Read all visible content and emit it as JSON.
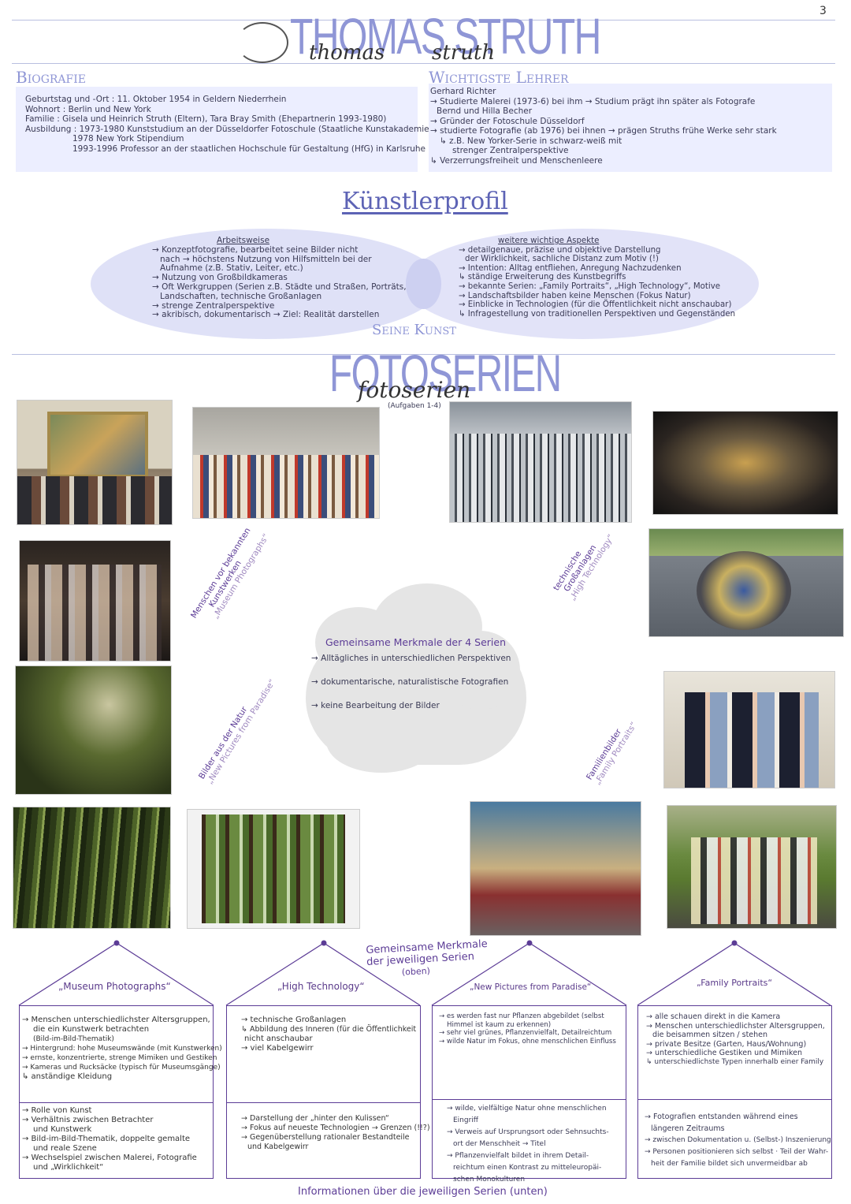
{
  "page_number": "3",
  "header": {
    "big_title": "THOMAS STRUTH",
    "script_left": "thomas",
    "script_right": "struth"
  },
  "bio": {
    "heading": "Biografie",
    "lines": [
      "Geburtstag und -Ort : 11. Oktober 1954 in Geldern Niederrhein",
      "Wohnort : Berlin und New York",
      "Familie : Gisela und Heinrich Struth (Eltern), Tara Bray Smith (Ehepartnerin 1993-1980)",
      "Ausbildung : 1973-1980 Kunststudium an der Düsseldorfer Fotoschule (Staatliche Kunstakademie)",
      "1978  New York Stipendium",
      "1993-1996  Professor an der staatlichen Hochschule für Gestaltung (HfG) in Karlsruhe"
    ]
  },
  "teachers": {
    "heading": "Wichtigste Lehrer",
    "lines": [
      "Gerhard Richter",
      "→ Studierte Malerei (1973-6) bei ihm → Studium prägt ihn später als Fotografe",
      "Bernd und Hilla Becher",
      "→ Gründer der Fotoschule Düsseldorf",
      "→ studierte Fotografie (ab 1976) bei ihnen → prägen Struths frühe Werke sehr stark",
      "↳ z.B. New Yorker-Serie in schwarz-weiß mit",
      "strenger Zentralperspektive",
      "↳ Verzerrungsfreiheit und Menschenleere"
    ]
  },
  "profile": {
    "title": "Künstlerprofil",
    "left_heading": "Arbeitsweise",
    "left_lines": [
      "→ Konzeptfotografie, bearbeitet seine Bilder nicht",
      "nach → höchstens Nutzung von Hilfsmitteln bei der",
      "Aufnahme (z.B. Stativ, Leiter, etc.)",
      "→ Nutzung von Großbildkameras",
      "→ Oft Werkgruppen (Serien z.B. Städte und Straßen, Porträts,",
      "Landschaften, technische Großanlagen",
      "→ strenge Zentralperspektive",
      "→ akribisch, dokumentarisch → Ziel: Realität darstellen"
    ],
    "right_heading": "weitere wichtige Aspekte",
    "right_lines": [
      "→ detailgenaue, präzise und objektive Darstellung",
      "der Wirklichkeit, sachliche Distanz zum Motiv (!)",
      "→ Intention: Alltag entfliehen, Anregung Nachzudenken",
      "↳ ständige Erweiterung des Kunstbegriffs",
      "→ bekannte Serien: „Family Portraits“, „High Technology“, Motive",
      "→ Landschaftsbilder haben keine Menschen (Fokus Natur)",
      "→ Einblicke in Technologien (für die Öffentlichkeit nicht anschaubar)",
      "↳ Infragestellung von traditionellen Perspektiven und Gegenständen"
    ],
    "caption": "Seine Kunst"
  },
  "series": {
    "big_title": "FOTOSERIEN",
    "script": "fotoserien",
    "note": "(Aufgaben 1-4)",
    "labels": {
      "museum": [
        "Menschen vor bekannten",
        "Kunstwerken",
        "„Museum Photographs“"
      ],
      "tech": [
        "technische",
        "Großanlagen",
        "„High Technology“"
      ],
      "nature": [
        "Bilder aus der Natur",
        "„New Pictures from Paradise“"
      ],
      "family": [
        "Familienbilder",
        "„Family Portraits“"
      ]
    },
    "cloud": {
      "title": "Gemeinsame Merkmale der 4 Serien",
      "items": [
        "→ Alltägliches in unterschiedlichen Perspektiven",
        "→ dokumentarische, naturalistische Fotografien",
        "→ keine Bearbeitung der Bilder"
      ]
    }
  },
  "houses_caption_top": [
    "Gemeinsame Merkmale",
    "der jeweiligen Serien",
    "(oben)"
  ],
  "houses": [
    {
      "title": "„Museum Photographs“",
      "top": [
        "→ Menschen unterschiedlichster Altersgruppen,",
        "die ein Kunstwerk betrachten",
        "(Bild-im-Bild-Thematik)",
        "→ Hintergrund: hohe Museumswände (mit Kunstwerken)",
        "→ ernste, konzentrierte, strenge Mimiken und Gestiken",
        "→ Kameras und Rucksäcke (typisch für Museumsgänge)",
        "↳ anständige Kleidung"
      ],
      "bottom": [
        "→ Rolle von Kunst",
        "→ Verhältnis zwischen Betrachter",
        "und Kunstwerk",
        "→ Bild-im-Bild-Thematik, doppelte gemalte",
        "und reale Szene",
        "→ Wechselspiel zwischen Malerei, Fotografie",
        "und „Wirklichkeit“"
      ]
    },
    {
      "title": "„High Technology“",
      "top": [
        "→ technische Großanlagen",
        "↳ Abbildung des Inneren (für die Öffentlichkeit",
        "nicht anschaubar",
        "→ viel Kabelgewirr"
      ],
      "bottom": [
        "→ Darstellung der „hinter den Kulissen“",
        "→ Fokus auf neueste Technologien → Grenzen (!!?)",
        "→ Gegenüberstellung rationaler Bestandteile",
        "und Kabelgewirr"
      ]
    },
    {
      "title": "„New Pictures from Paradise“",
      "top": [
        "→ es werden fast nur Pflanzen abgebildet (selbst",
        "Himmel ist kaum zu erkennen)",
        "→ sehr viel grünes, Pflanzenvielfalt, Detailreichtum",
        "→ wilde Natur im Fokus, ohne menschlichen Einfluss"
      ],
      "bottom": [
        "→ wilde, vielfältige Natur ohne menschlichen",
        "Eingriff",
        "→ Verweis auf Ursprungsort oder Sehnsuchts-",
        "ort der Menschheit → Titel",
        "→ Pflanzenvielfalt bildet in ihrem Detail-",
        "reichtum einen Kontrast zu mitteleuropäi-",
        "schen Monokulturen"
      ]
    },
    {
      "title": "„Family Portraits“",
      "top": [
        "→ alle schauen direkt in die Kamera",
        "→ Menschen unterschiedlichster Altersgruppen,",
        "die beisammen sitzen / stehen",
        "→ private Besitze (Garten, Haus/Wohnung)",
        "→ unterschiedliche Gestiken und Mimiken",
        "↳ unterschiedlichste Typen innerhalb einer Family"
      ],
      "bottom": [
        "→ Fotografien entstanden während eines",
        "längeren Zeitraums",
        "→ zwischen Dokumentation u. (Selbst-) Inszenierung",
        "→ Personen positionieren sich selbst · Teil der Wahr-",
        "heit der Familie bildet sich unvermeidbar ab"
      ]
    }
  ],
  "footer": "Informationen über die jeweiligen Serien (unten)",
  "colors": {
    "accent": "#5c3c96",
    "title_blue": "#8f96d6",
    "box_bg": "#eceeff",
    "ellipse": "#dfe1f7"
  }
}
